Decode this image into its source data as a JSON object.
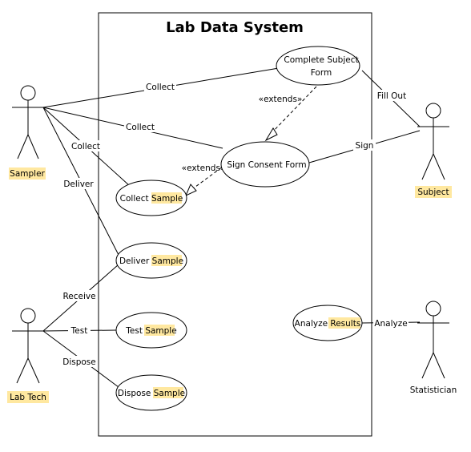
{
  "system": {
    "title": "Lab Data System"
  },
  "use_cases": {
    "complete_form": {
      "line1": "Complete Subject",
      "line2": "Form"
    },
    "sign_consent": {
      "text": "Sign Consent Form"
    },
    "collect_sample": {
      "text": "Collect ",
      "hl": "Sample"
    },
    "deliver_sample": {
      "text": "Deliver ",
      "hl": "Sample"
    },
    "test_sample": {
      "text": "Test ",
      "hl": "Sample"
    },
    "dispose_sample": {
      "text": "Dispose ",
      "hl": "Sample"
    },
    "analyze_results": {
      "text": "Analyze ",
      "hl": "Results"
    }
  },
  "actors": {
    "sampler": "Sampler",
    "subject": "Subject",
    "lab_tech": "Lab Tech",
    "statistician": "Statistician"
  },
  "associations": {
    "collect_form": "Collect",
    "collect_consent": "Collect",
    "collect_sample": "Collect",
    "deliver": "Deliver",
    "fill_out": "Fill Out",
    "sign": "Sign",
    "receive": "Receive",
    "test": "Test",
    "dispose": "Dispose",
    "analyze": "Analyze"
  },
  "extends": {
    "sign_to_form": "«extends»",
    "collect_to_sign": "«extends»"
  },
  "colors": {
    "highlight": "#ffe8a0",
    "stroke": "#000000"
  }
}
